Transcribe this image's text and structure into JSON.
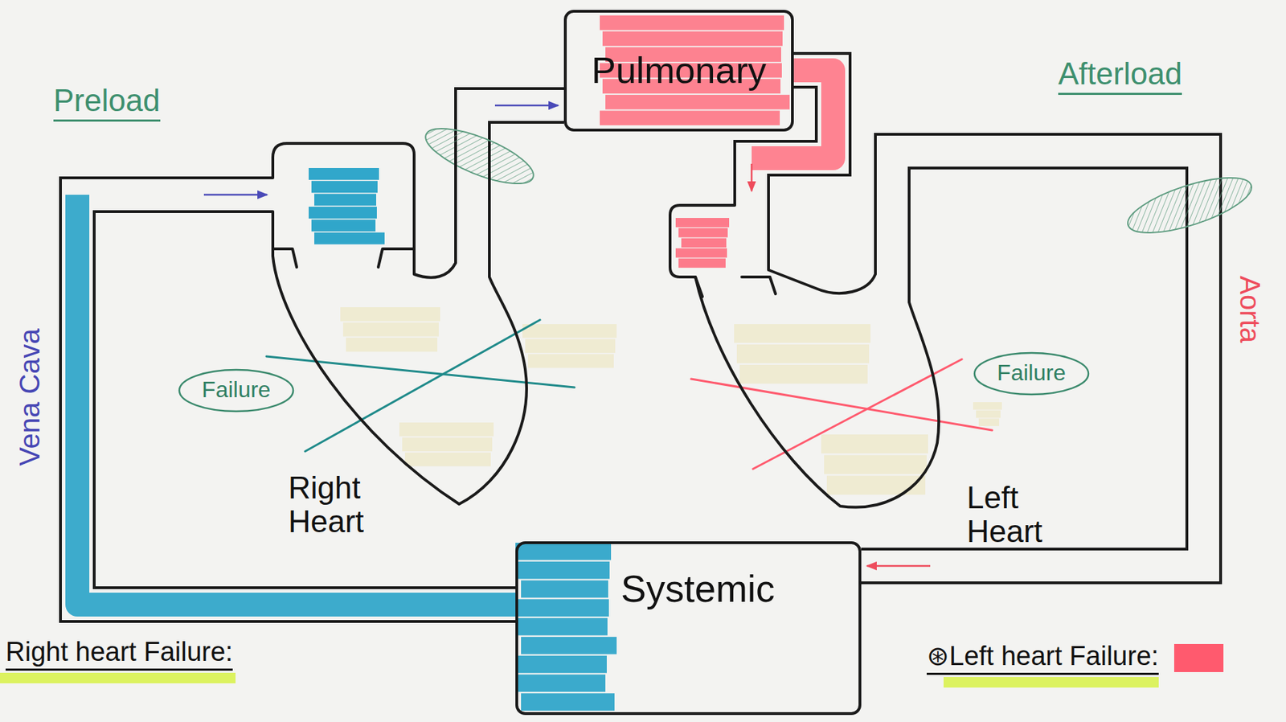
{
  "diagram": {
    "nodes": [
      {
        "text": [
          "Pulmonary"
        ]
      },
      {
        "text": [
          "Right Heart"
        ]
      },
      {
        "text": [
          "Left Heart"
        ]
      },
      {
        "text": [
          "Failure"
        ]
      },
      {
        "text": [
          "Failure"
        ]
      },
      {
        "text": [
          "Systemic"
        ]
      }
    ],
    "edges": [
      {
        "from": 1,
        "to": 0,
        "arrow": "to"
      },
      {
        "from": 0,
        "to": 2,
        "arrow": "to"
      },
      {
        "from": 2,
        "to": 5,
        "arrow": "to"
      },
      {
        "from": 5,
        "to": 1,
        "arrow": "to"
      }
    ],
    "labels": [
      "Preload",
      "Afterload",
      "Vena Cava",
      "Aorta",
      "Right heart Failure:"
    ],
    "legend": [
      {
        "text": "⊛Left heart Failure:",
        "color": "#ff5a6e"
      }
    ]
  }
}
